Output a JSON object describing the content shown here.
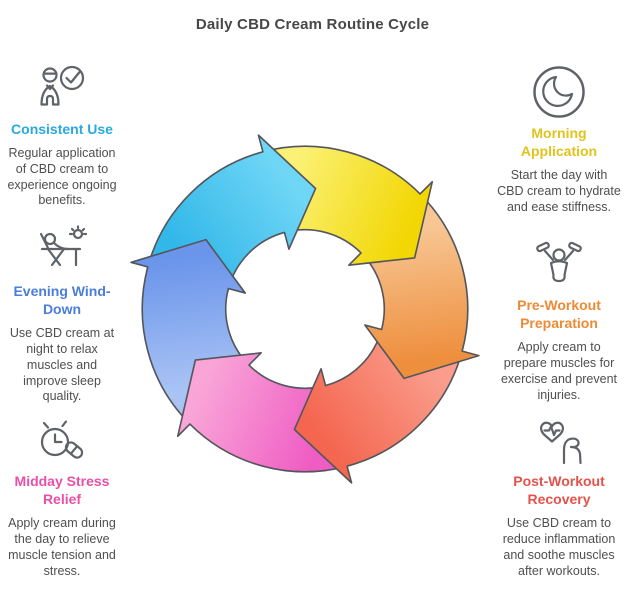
{
  "title": "Daily CBD Cream Routine Cycle",
  "colors": {
    "title": "#474747",
    "body_text": "#4F4F4F",
    "icon_stroke": "#5F6368"
  },
  "items": {
    "left": [
      {
        "heading": "Consistent Use",
        "color": "#29A9E0",
        "description": "Regular application of CBD cream to experience ongoing benefits.",
        "icon": "person-checkmark-icon"
      },
      {
        "heading": "Evening Wind-Down",
        "color": "#4A7EDC",
        "description": "Use CBD cream at night to relax muscles and improve sleep quality.",
        "icon": "lounge-chair-sun-icon"
      },
      {
        "heading": "Midday Stress Relief",
        "color": "#E94FA9",
        "description": "Apply cream during the day to relieve muscle tension and stress.",
        "icon": "clock-pill-icon"
      }
    ],
    "right": [
      {
        "heading": "Morning Application",
        "color": "#E2C31D",
        "description": "Start the day with CBD cream to hydrate and ease stiffness.",
        "icon": "moon-circle-icon"
      },
      {
        "heading": "Pre-Workout Preparation",
        "color": "#ED8A33",
        "description": "Apply cream to prepare muscles for exercise and prevent injuries.",
        "icon": "weightlifter-icon"
      },
      {
        "heading": "Post-Workout Recovery",
        "color": "#E5524B",
        "description": "Use CBD cream to reduce inflammation and soothe muscles after workouts.",
        "icon": "heart-bicep-icon"
      }
    ]
  },
  "cycle": {
    "outline": "#55565C",
    "direction": "clockwise",
    "segments": [
      {
        "label": "Consistent Use",
        "position": "top-left",
        "gradient": [
          "#31B7E8",
          "#6FD6F6"
        ]
      },
      {
        "label": "Morning Application",
        "position": "top-right",
        "gradient": [
          "#FBF176",
          "#F2D704"
        ]
      },
      {
        "label": "Pre-Workout Preparation",
        "position": "right",
        "gradient": [
          "#F7C693",
          "#EE8F3E"
        ]
      },
      {
        "label": "Post-Workout Recovery",
        "position": "bottom-right",
        "gradient": [
          "#FA9D8C",
          "#F4664F"
        ]
      },
      {
        "label": "Midday Stress Relief",
        "position": "bottom-left",
        "gradient": [
          "#EF5CC3",
          "#F9A5D8"
        ]
      },
      {
        "label": "Evening Wind-Down",
        "position": "left",
        "gradient": [
          "#A9C3F4",
          "#6B95EB"
        ]
      }
    ]
  }
}
